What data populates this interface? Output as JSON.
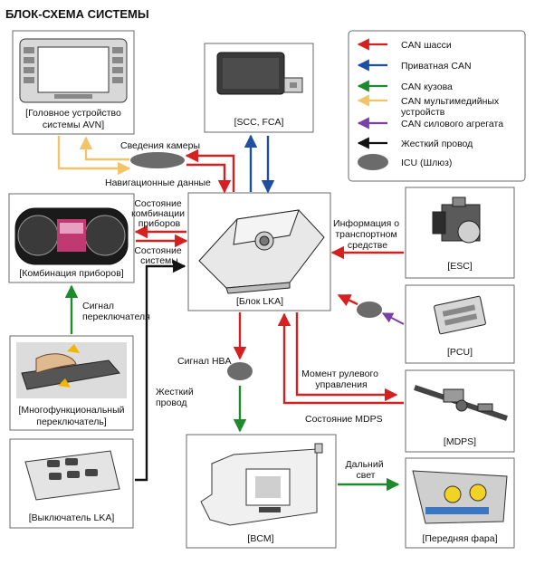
{
  "title": "БЛОК-СХЕМА СИСТЕМЫ",
  "legend": {
    "items": [
      {
        "label": "CAN шасси",
        "color": "#d42020"
      },
      {
        "label": "Приватная CAN",
        "color": "#1f4fa0"
      },
      {
        "label": "CAN кузова",
        "color": "#1e8a2e"
      },
      {
        "label": "CAN мультимедийных",
        "label2": "устройств",
        "color": "#f2c46a"
      },
      {
        "label": "CAN силового агрегата",
        "color": "#7a3fa6"
      },
      {
        "label": "Жесткий провод",
        "color": "#111111"
      }
    ],
    "icu_label": "ICU (Шлюз)"
  },
  "components": {
    "avn": {
      "line1": "[Головное устройство",
      "line2": "системы AVN]"
    },
    "scc": {
      "label": "[SCC, FCA]"
    },
    "cluster": {
      "label": "[Комбинация приборов]"
    },
    "lka": {
      "label": "[Блок LKA]"
    },
    "esc": {
      "label": "[ESC]"
    },
    "pcu": {
      "label": "[PCU]"
    },
    "mfs": {
      "line1": "[Многофункциональный",
      "line2": "переключатель]"
    },
    "mdps": {
      "label": "[MDPS]"
    },
    "lka_switch": {
      "label": "[Выключатель LKA]"
    },
    "bcm": {
      "label": "[BCM]"
    },
    "headlamp": {
      "label": "[Передняя фара]"
    }
  },
  "signals": {
    "camera_info": "Сведения камеры",
    "nav_data": "Навигационные данные",
    "cluster_state": [
      "Состояние",
      "комбинации",
      "приборов"
    ],
    "system_state": [
      "Состояние",
      "системы"
    ],
    "vehicle_info": [
      "Информация о",
      "транспортном",
      "средстве"
    ],
    "switch_signal": [
      "Сигнал",
      "переключателя"
    ],
    "hba_signal": "Сигнал HBA",
    "hard_wire": [
      "Жесткий",
      "провод"
    ],
    "steering_torque": [
      "Момент рулевого",
      "управления"
    ],
    "mdps_state": "Состояние MDPS",
    "high_beam": [
      "Дальний",
      "свет"
    ]
  }
}
